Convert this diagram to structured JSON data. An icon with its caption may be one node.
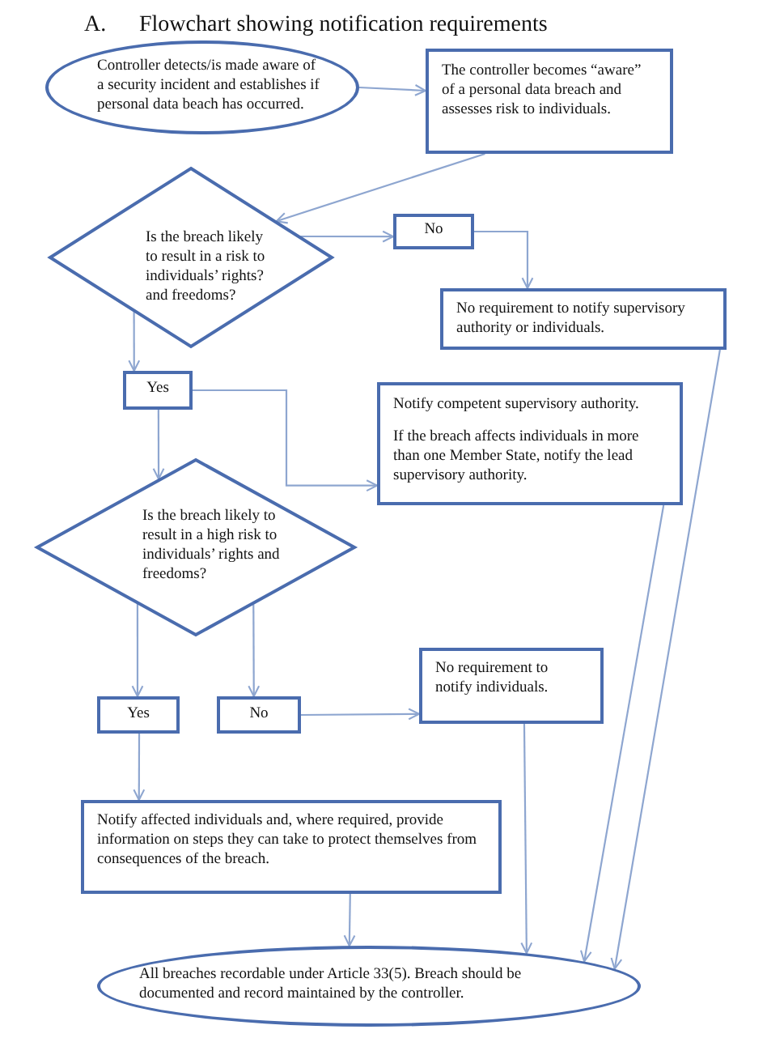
{
  "diagram": {
    "title": "Flowchart showing notification requirements",
    "nodes": [
      {
        "text": [
          "Controller detects/is made aware of a security incident and establishes if personal data beach has occurred."
        ]
      },
      {
        "text": [
          "The controller becomes “aware” of a personal data breach and assesses risk to individuals."
        ]
      },
      {
        "text": [
          "Is the breach likely to result in a risk to individuals’ rights? and freedoms?"
        ]
      },
      {
        "text": [
          "No"
        ]
      },
      {
        "text": [
          "No requirement to notify supervisory authority or individuals."
        ]
      },
      {
        "text": [
          "Yes"
        ]
      },
      {
        "text": [
          "Notify competent supervisory authority.",
          "If the breach affects individuals in more than one Member State, notify the lead supervisory authority."
        ]
      },
      {
        "text": [
          "Is the breach likely to result in a high risk to individuals’ rights and freedoms?"
        ]
      },
      {
        "text": [
          "Yes"
        ]
      },
      {
        "text": [
          "No"
        ]
      },
      {
        "text": [
          "No requirement to notify individuals."
        ]
      },
      {
        "text": [
          "Notify affected individuals and, where required, provide information on steps they can take to protect themselves from consequences of the breach."
        ]
      },
      {
        "text": [
          "All breaches recordable under Article 33(5). Breach should be documented and record maintained by the controller."
        ]
      }
    ],
    "edges": [
      {
        "from": 0,
        "to": 1,
        "arrow": "to"
      },
      {
        "from": 1,
        "to": 2,
        "arrow": "to"
      },
      {
        "from": 2,
        "to": 3,
        "arrow": "to"
      },
      {
        "from": 3,
        "to": 4,
        "arrow": "to"
      },
      {
        "from": 2,
        "to": 5,
        "arrow": "to"
      },
      {
        "from": 5,
        "to": 6,
        "arrow": "to"
      },
      {
        "from": 5,
        "to": 7,
        "arrow": "to"
      },
      {
        "from": 7,
        "to": 8,
        "arrow": "to"
      },
      {
        "from": 7,
        "to": 9,
        "arrow": "to"
      },
      {
        "from": 9,
        "to": 10,
        "arrow": "to"
      },
      {
        "from": 8,
        "to": 11,
        "arrow": "to"
      },
      {
        "from": 11,
        "to": 12,
        "arrow": "to"
      },
      {
        "from": 10,
        "to": 12,
        "arrow": "to"
      },
      {
        "from": 6,
        "to": 12,
        "arrow": "to"
      },
      {
        "from": 4,
        "to": 12,
        "arrow": "to"
      }
    ],
    "labels": [
      "A."
    ]
  }
}
